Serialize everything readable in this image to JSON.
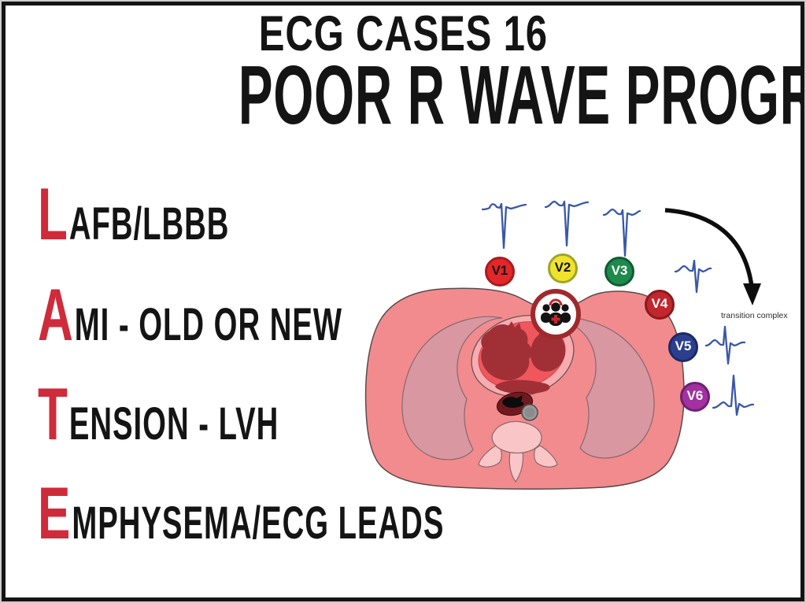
{
  "poster": {
    "series_title": "ECG CASES 16",
    "main_title": "POOR R WAVE PROGRESSION"
  },
  "mnemonic": {
    "word": "LATE",
    "letter_color": "#CF2B3A",
    "items": [
      {
        "letter": "L",
        "rest": "AFB/LBBB"
      },
      {
        "letter": "A",
        "rest": "MI - OLD OR NEW"
      },
      {
        "letter": "T",
        "rest": "ENSION - LVH"
      },
      {
        "letter": "E",
        "rest": "MPHYSEMA/ECG LEADS"
      }
    ]
  },
  "diagram": {
    "annotation_label": "transition complex",
    "waveform_color": "#3A57A8",
    "leads": [
      {
        "label": "V1",
        "fill": "#E3262A",
        "border": "#A81B1E",
        "text_color": "#141414",
        "waveform": "QS"
      },
      {
        "label": "V2",
        "fill": "#F0E32C",
        "border": "#9FA32B",
        "text_color": "#141414",
        "waveform": "QS"
      },
      {
        "label": "V3",
        "fill": "#1E8A4C",
        "border": "#0F5C33",
        "text_color": "#FFFFFF",
        "waveform": "QS"
      },
      {
        "label": "V4",
        "fill": "#C1272D",
        "border": "#8C191E",
        "text_color": "#FFFFFF",
        "waveform": "rS"
      },
      {
        "label": "V5",
        "fill": "#2C3F8F",
        "border": "#1A2A66",
        "text_color": "#FFFFFF",
        "waveform": "RS"
      },
      {
        "label": "V6",
        "fill": "#A132A0",
        "border": "#6E2170",
        "text_color": "#FFFFFF",
        "waveform": "qR"
      }
    ]
  }
}
